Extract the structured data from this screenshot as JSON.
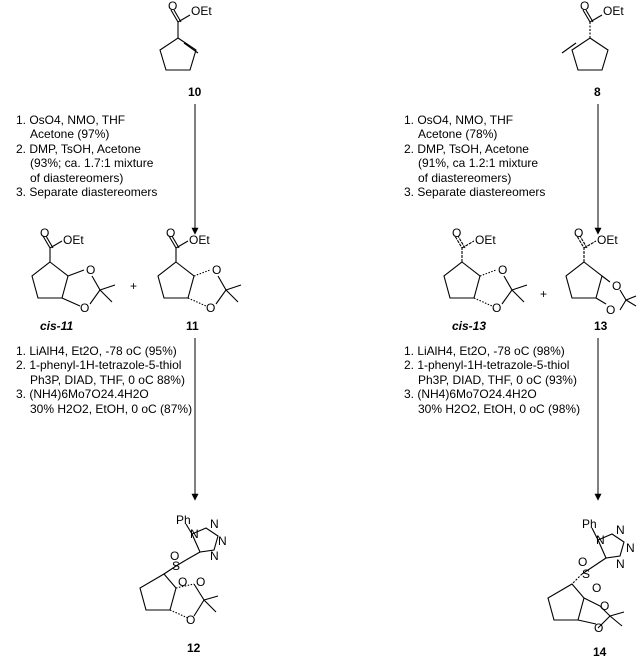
{
  "compounds": {
    "c10": "10",
    "c8": "8",
    "cis11": "cis-11",
    "c11": "11",
    "cis13": "cis-13",
    "c13": "13",
    "c12": "12",
    "c14": "14"
  },
  "atoms": {
    "O": "O",
    "OEt": "OEt",
    "S": "S",
    "N": "N",
    "Ph": "Ph"
  },
  "plus": "+",
  "left_step1": {
    "l1": "1. OsO4, NMO, THF",
    "l2": "Acetone (97%)",
    "l3": "2. DMP, TsOH, Acetone",
    "l4": "(93%; ca. 1.7:1 mixture",
    "l5": "of diastereomers)",
    "l6": "3. Separate diastereomers"
  },
  "right_step1": {
    "l1": "1. OsO4, NMO, THF",
    "l2": "Acetone (78%)",
    "l3": "2. DMP, TsOH, Acetone",
    "l4": "(91%, ca 1.2:1 mixture",
    "l5": "of diastereomers)",
    "l6": "3. Separate diastereomers"
  },
  "left_step2": {
    "l1": "1. LiAlH4, Et2O, -78 oC (95%)",
    "l2": "2. 1-phenyl-1H-tetrazole-5-thiol",
    "l3": "Ph3P, DIAD, THF, 0 oC 88%)",
    "l4": "3. (NH4)6Mo7O24.4H2O",
    "l5": "30% H2O2, EtOH, 0 oC (87%)"
  },
  "right_step2": {
    "l1": "1. LiAlH4, Et2O, -78 oC (98%)",
    "l2": "2. 1-phenyl-1H-tetrazole-5-thiol",
    "l3": "Ph3P, DIAD, THF, 0 oC (93%)",
    "l4": "3. (NH4)6Mo7O24.4H2O",
    "l5": "30% H2O2, EtOH, 0 oC (98%)"
  }
}
